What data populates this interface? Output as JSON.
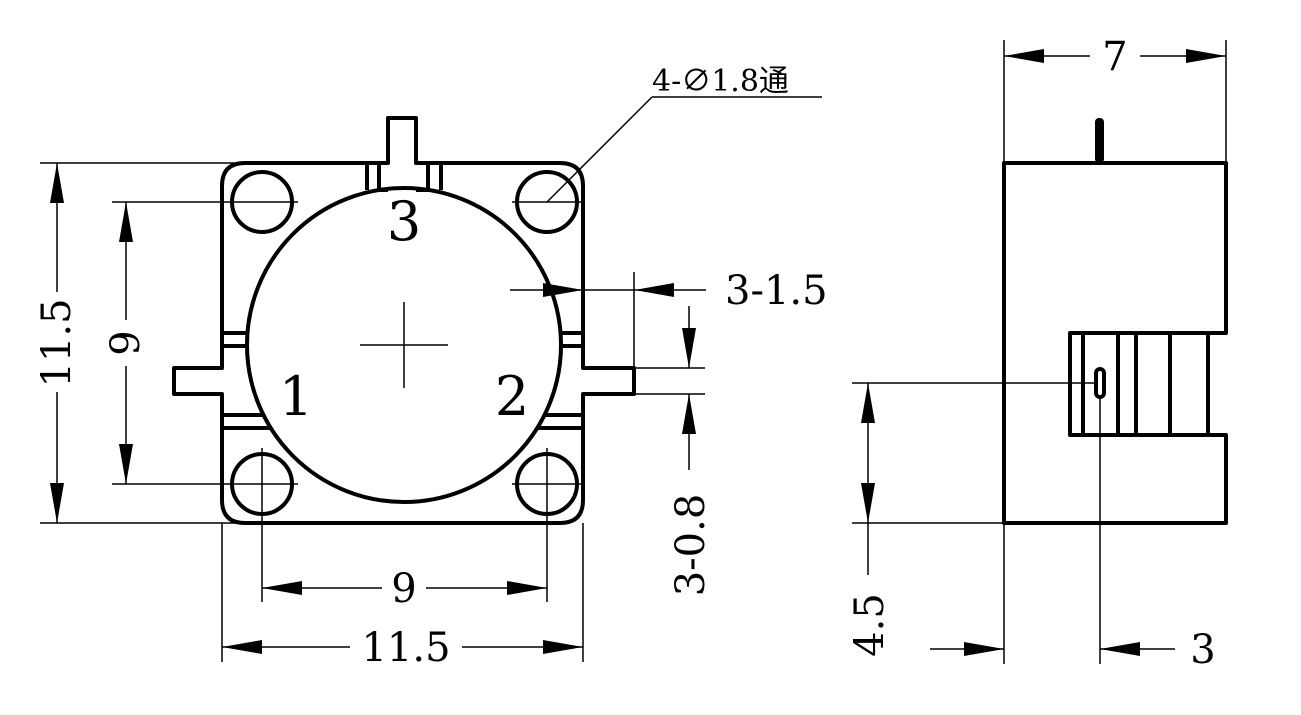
{
  "front_view": {
    "ports": {
      "port1": "1",
      "port2": "2",
      "port3": "3"
    },
    "hole_note": "4-∅1.8通",
    "dim_total_width": "11.5",
    "dim_hole_pitch_x": "9",
    "dim_total_height": "11.5",
    "dim_hole_pitch_y": "9",
    "dim_pin_length": "3-1.5",
    "dim_pin_width": "3-0.8"
  },
  "side_view": {
    "dim_depth": "7",
    "dim_pin_height": "4.5",
    "dim_pin_offset": "3"
  }
}
